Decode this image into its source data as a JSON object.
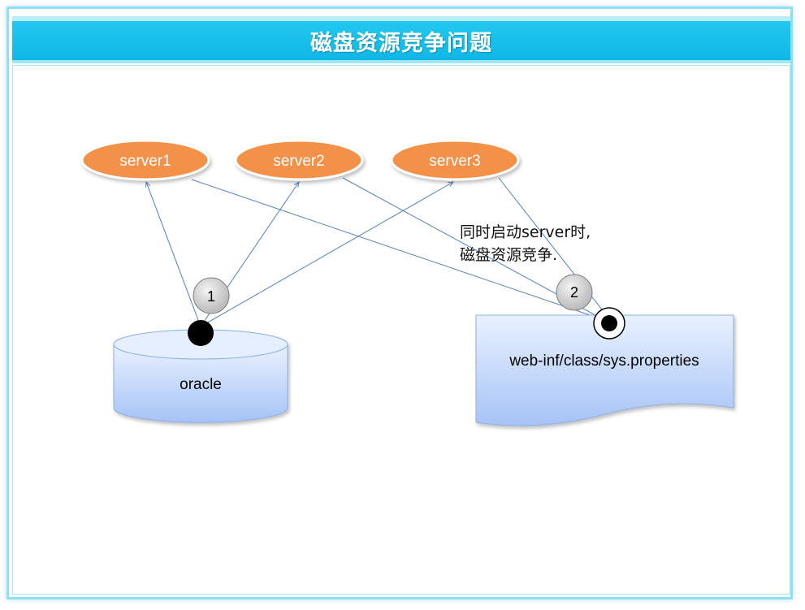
{
  "slide": {
    "title": "磁盘资源竞争问题"
  },
  "nodes": {
    "server1": "server1",
    "server2": "server2",
    "server3": "server3",
    "oracle": "oracle",
    "properties": "web-inf/class/sys.properties"
  },
  "badges": {
    "one": "1",
    "two": "2"
  },
  "note": {
    "line1": "同时启动server时,",
    "line2": "磁盘资源竞争."
  },
  "colors": {
    "title_bar": "#12b9e8",
    "server_fill": "#f4914a",
    "storage_fill_top": "#e8f0ff",
    "storage_fill_bottom": "#a9c6f7",
    "connector": "#4f81bd",
    "badge_fill": "#c8c8c8",
    "port": "#000000"
  }
}
